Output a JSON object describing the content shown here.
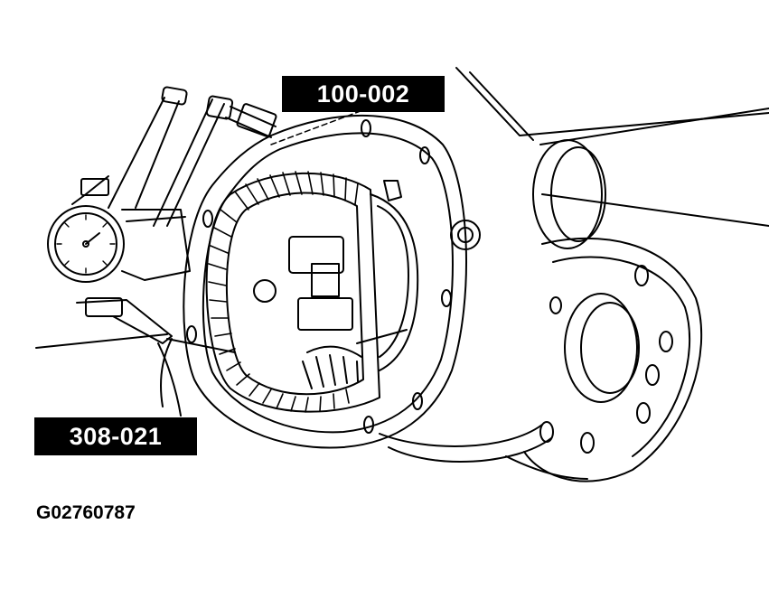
{
  "callouts": {
    "tool_1": "100-002",
    "tool_2": "308-021"
  },
  "figure_id": "G02760787",
  "colors": {
    "line": "#000000",
    "background": "#ffffff",
    "label_fill": "#000000",
    "label_text": "#ffffff"
  }
}
